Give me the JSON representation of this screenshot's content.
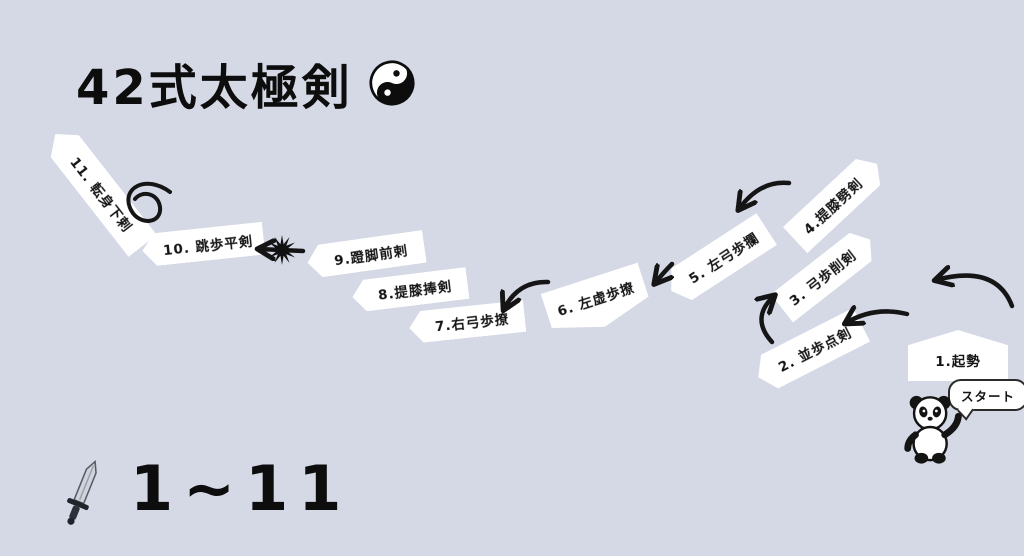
{
  "title": {
    "text": "42式太極剣"
  },
  "steps": [
    {
      "label": "1.起勢"
    },
    {
      "label": "2. 並歩点剣"
    },
    {
      "label": "3. 弓歩削剣"
    },
    {
      "label": "4.提膝劈剣"
    },
    {
      "label": "5. 左弓歩攔"
    },
    {
      "label": "6. 左虚歩撩"
    },
    {
      "label": "7.右弓歩撩"
    },
    {
      "label": "8.提膝捧剣"
    },
    {
      "label": "9.蹬脚前剌"
    },
    {
      "label": "10. 跳歩平剣"
    },
    {
      "label": "11. 転身下剌"
    }
  ],
  "speech_bubble": {
    "text": "スタート"
  },
  "footer": {
    "range": "1~11"
  },
  "icons": {
    "yin_yang": "yin-yang symbol",
    "sword": "tai-chi sword",
    "panda": "panda mascot",
    "starburst": "black starburst between steps 9 and 10"
  },
  "colors": {
    "background": "#d5d9e6",
    "tag_background": "#ffffff",
    "ink": "#141414"
  }
}
